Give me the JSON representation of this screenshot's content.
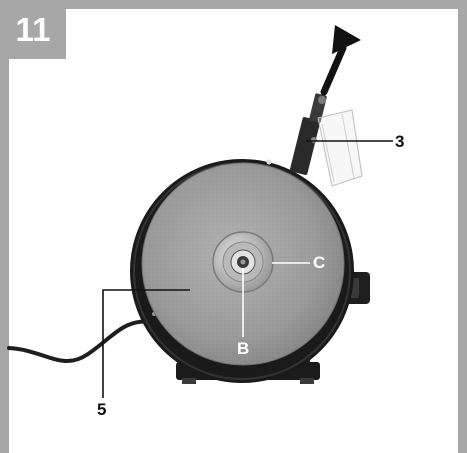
{
  "figure": {
    "number": "11"
  },
  "callouts": {
    "label_3": "3",
    "label_5": "5",
    "label_b": "B",
    "label_c": "C"
  },
  "colors": {
    "frame": "#a7a7a7",
    "wheel": "#9b9b9b",
    "housing": "#1a1a1a",
    "arrow": "#111111"
  },
  "icons": {
    "direction_arrow": "arrow-up-right-icon"
  }
}
